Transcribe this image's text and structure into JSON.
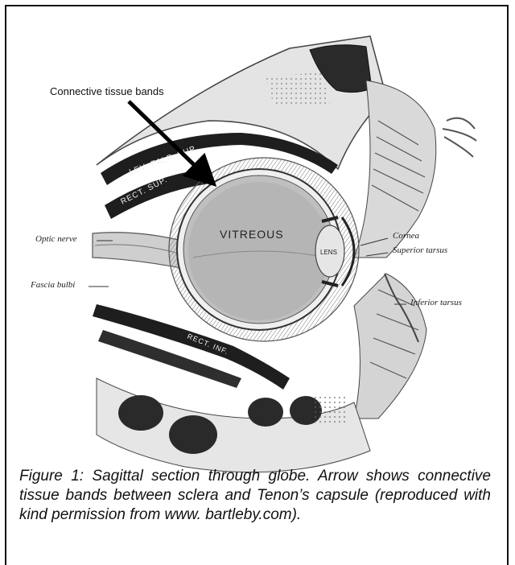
{
  "figure": {
    "arrow_label": "Connective tissue bands",
    "labels": {
      "vitreous": "VITREOUS",
      "lens": "LENS",
      "lev_palp_sup": "LEV. PALP. SUP.",
      "rect_sup": "RECT. SUP.",
      "rect_inf": "RECT. INF.",
      "optic_nerve": "Optic nerve",
      "fascia_bulbi": "Fascia bulbi",
      "cornea": "Cornea",
      "superior_tarsus": "Superior tarsus",
      "inferior_tarsus": "Inferior tarsus"
    },
    "caption": "Figure 1: Sagittal section through globe. Arrow shows connective tissue bands between sclera and Tenon’s capsule (reproduced with kind permission from www. bartleby.com)."
  }
}
